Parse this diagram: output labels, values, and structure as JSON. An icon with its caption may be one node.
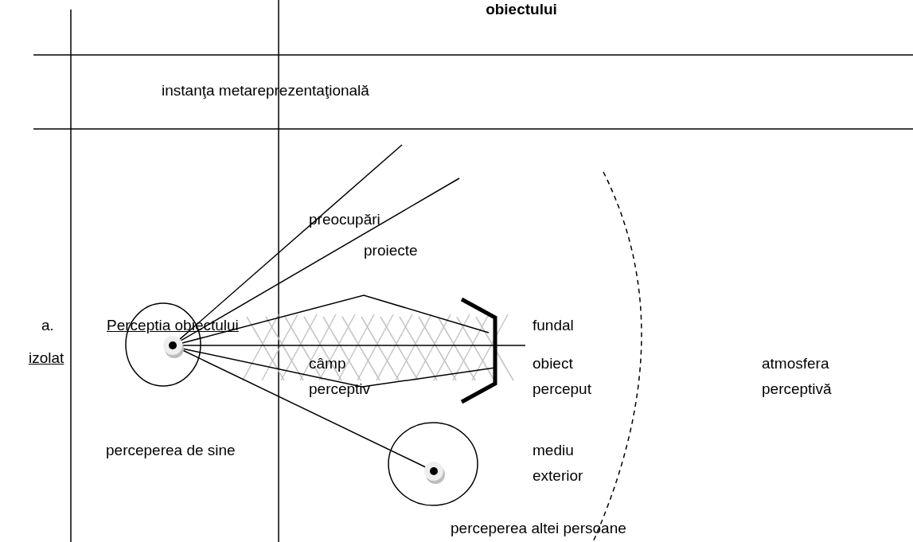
{
  "diagram": {
    "nodes": [
      {
        "text": [],
        "shape": "circle"
      },
      {
        "text": [],
        "shape": "circle"
      }
    ],
    "edges": [
      {
        "from": 0,
        "to": null,
        "arrow": "none"
      },
      {
        "from": 0,
        "to": null,
        "arrow": "none"
      },
      {
        "from": 0,
        "to": 1,
        "arrow": "none"
      }
    ],
    "labels": [
      "obiectului",
      "instanţa metareprezentaţională",
      "preocupări",
      "proiecte",
      "a.",
      "Perceptia obiectului",
      "fundal",
      "izolat",
      "câmp perceptiv",
      "obiect perceput",
      "atmosfera perceptivă",
      "perceperea de sine",
      "mediu exterior",
      "perceperea altei persoane"
    ]
  }
}
